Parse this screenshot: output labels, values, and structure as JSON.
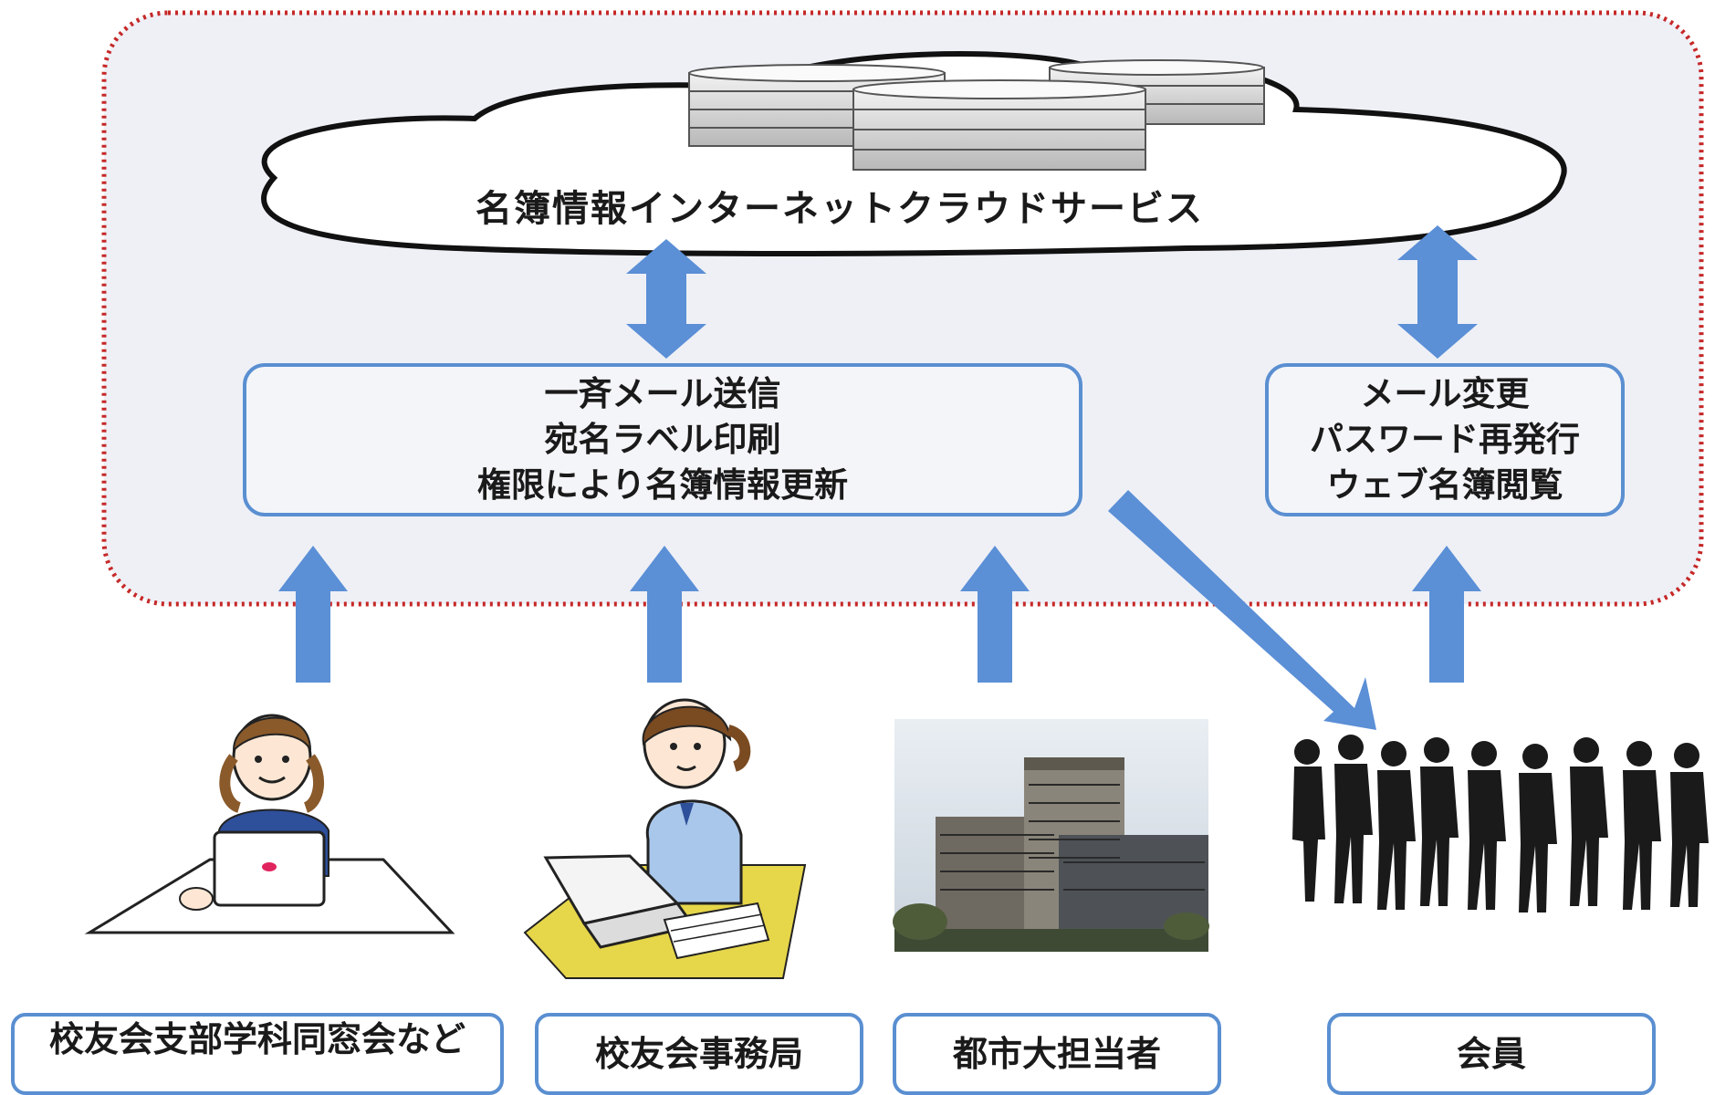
{
  "cloud": {
    "title": "名簿情報インターネットクラウドサービス"
  },
  "admin_features": {
    "lines": [
      "一斉メール送信",
      "宛名ラベル印刷",
      "権限により名簿情報更新"
    ]
  },
  "member_features": {
    "lines": [
      "メール変更",
      "パスワード再発行",
      "ウェブ名簿閲覧"
    ]
  },
  "roles": {
    "alumni_groups": "校友会支部学科同窓会など",
    "office": "校友会事務局",
    "staff": "都市大担当者",
    "members": "会員"
  },
  "colors": {
    "arrow": "#5b8fd6",
    "boundary": "#c62828",
    "box_border": "#5a8fd1",
    "panel_fill": "#eef0f6"
  },
  "icons": [
    "server-stack-icon",
    "student-laptop-illustration",
    "office-worker-illustration",
    "university-building-photo",
    "member-silhouettes"
  ]
}
